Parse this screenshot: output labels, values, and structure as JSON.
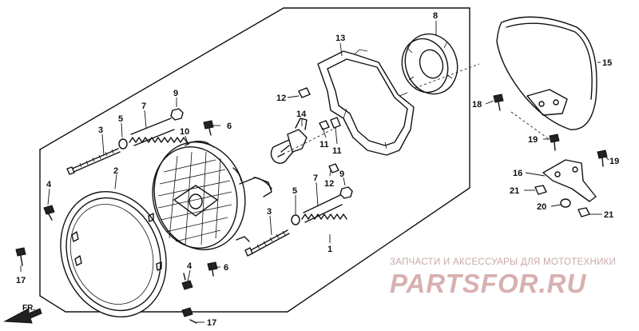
{
  "diagram": {
    "callouts": {
      "c1": "1",
      "c2": "2",
      "c3a": "3",
      "c3b": "3",
      "c4a": "4",
      "c4b": "4",
      "c5a": "5",
      "c5b": "5",
      "c6a": "6",
      "c6b": "6",
      "c7a": "7",
      "c7b": "7",
      "c8": "8",
      "c9a": "9",
      "c9b": "9",
      "c10": "10",
      "c11a": "11",
      "c11b": "11",
      "c12a": "12",
      "c12b": "12",
      "c13": "13",
      "c14": "14",
      "c15": "15",
      "c16": "16",
      "c17a": "17",
      "c17b": "17",
      "c18": "18",
      "c19a": "19",
      "c19b": "19",
      "c20": "20",
      "c21a": "21",
      "c21b": "21"
    },
    "direction_label": "FR.",
    "watermark": {
      "line1": "ЗАПЧАСТИ И АКСЕССУАРЫ ДЛЯ МОТОТЕХНИКИ",
      "logo": "PARTSFOR.RU"
    }
  }
}
